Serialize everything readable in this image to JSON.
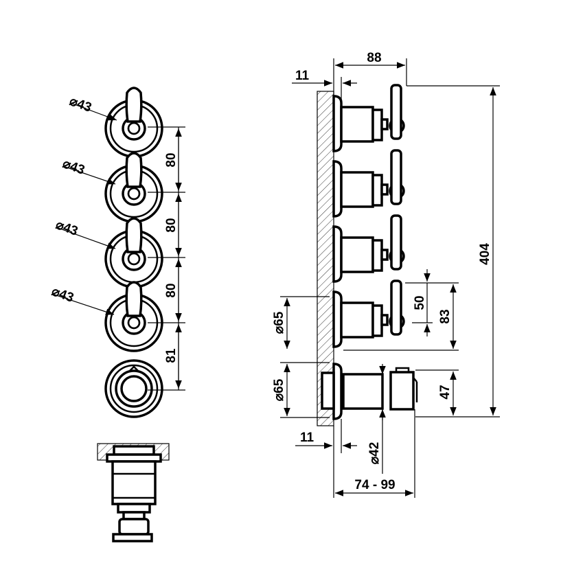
{
  "front_view": {
    "knob_diameter_labels": [
      "⌀43",
      "⌀43",
      "⌀43",
      "⌀43"
    ],
    "spacing_labels": [
      "80",
      "80",
      "80",
      "81"
    ]
  },
  "side_view": {
    "depth_label": "88",
    "flange_top_label": "11",
    "total_height_label": "404",
    "lever_label": "50",
    "unit_height_label": "83",
    "diverter_height_label": "47",
    "flange_diameter_labels": [
      "⌀65",
      "⌀65"
    ],
    "flange_bottom_label": "11",
    "body_diameter_label": "⌀42",
    "projection_range_label": "74 - 99"
  },
  "colors": {
    "line": "#000000",
    "background": "#ffffff"
  }
}
